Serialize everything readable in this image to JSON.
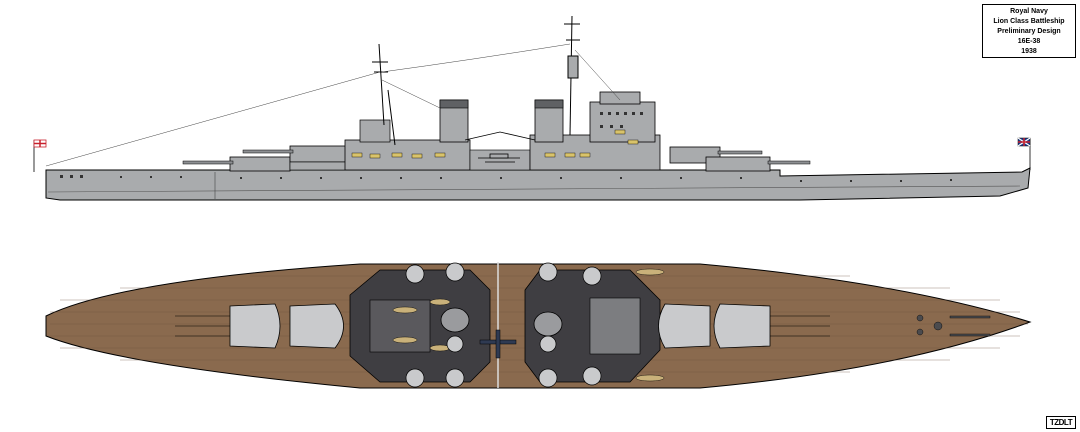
{
  "title_block": {
    "line1": "Royal Navy",
    "line2": "Lion Class Battleship",
    "line3": "Preliminary Design",
    "line4": "16E-38",
    "line5": "1938"
  },
  "signature": "TZDLT",
  "colors": {
    "hull_gray": "#a9abad",
    "hull_dark": "#6b6d70",
    "deck_wood": "#8a6a4e",
    "deck_dark": "#3f3e42",
    "outline": "#000000",
    "ensign_red": "#c8202c"
  },
  "views": {
    "side_profile": "side-profile-view",
    "plan": "plan-view"
  }
}
